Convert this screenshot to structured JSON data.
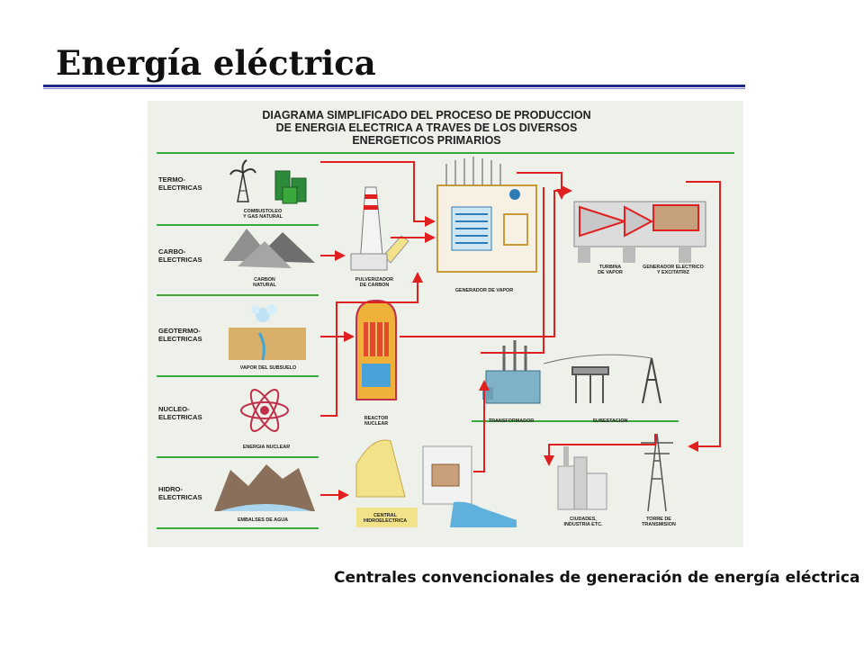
{
  "slide": {
    "title": "Energía eléctrica",
    "caption": "Centrales  convencionales de generación de energía eléctrica"
  },
  "diagram": {
    "title_lines": [
      "DIAGRAMA SIMPLIFICADO DEL PROCESO DE PRODUCCION",
      "DE ENERGIA ELECTRICA A TRAVES DE LOS DIVERSOS",
      "ENERGETICOS PRIMARIOS"
    ],
    "rows": [
      {
        "line1": "TERMO-",
        "line2": "ELECTRICAS",
        "source": [
          "COMBUSTOLEO",
          "Y GAS NATURAL"
        ]
      },
      {
        "line1": "CARBO-",
        "line2": "ELECTRICAS",
        "source": [
          "CARBON",
          "NATURAL"
        ]
      },
      {
        "line1": "GEOTERMO-",
        "line2": "ELECTRICAS",
        "source": [
          "VAPOR DEL SUBSUELO"
        ]
      },
      {
        "line1": "NUCLEO-",
        "line2": "ELECTRICAS",
        "source": [
          "ENERGIA NUCLEAR"
        ]
      },
      {
        "line1": "HIDRO-",
        "line2": "ELECTRICAS",
        "source": [
          "EMBALSES DE AGUA"
        ]
      }
    ],
    "components": {
      "pulverizador": [
        "PULVERIZADOR",
        "DE CARBON"
      ],
      "generador_vapor": [
        "GENERADOR DE VAPOR"
      ],
      "turbina": [
        "TURBINA",
        "DE VAPOR"
      ],
      "generador_electrico": [
        "GENERADOR ELECTRICO",
        "Y EXCITATRIZ"
      ],
      "reactor": [
        "REACTOR",
        "NUCLEAR"
      ],
      "transformador": [
        "TRANSFORMADOR"
      ],
      "subestacion": [
        "SUBESTACION"
      ],
      "central_hidro": [
        "CENTRAL",
        "HIDROELECTRICA"
      ],
      "ciudades": [
        "CIUDADES,",
        "INDUSTRIA ETC."
      ],
      "torre": [
        "TORRE DE",
        "TRANSMISION"
      ]
    },
    "colors": {
      "flow": "#e02020",
      "divider": "#3aa83a",
      "background": "#eef0ea"
    }
  }
}
